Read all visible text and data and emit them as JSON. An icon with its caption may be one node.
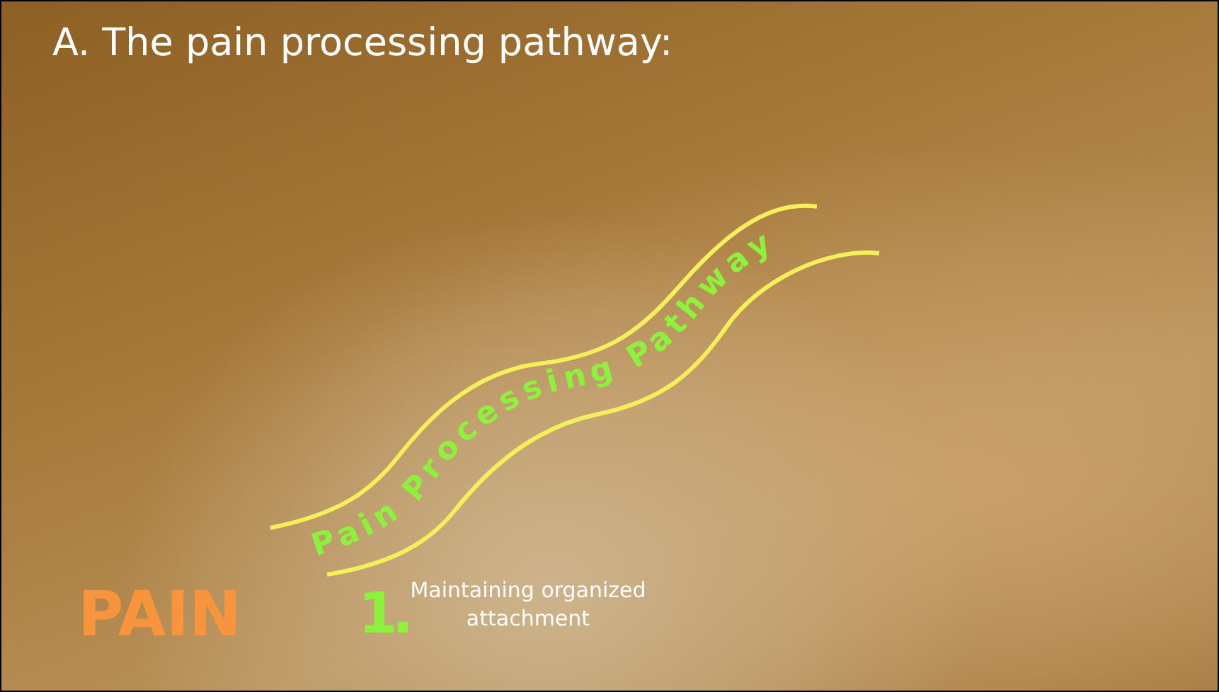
{
  "diagram": {
    "title": "A. The pain processing pathway:",
    "nodes": [
      {
        "text": [
          "Pain Processing Pathway"
        ]
      }
    ],
    "edges": [],
    "labels": [
      "PAIN",
      "1.",
      "Maintaining organized attachment"
    ]
  }
}
